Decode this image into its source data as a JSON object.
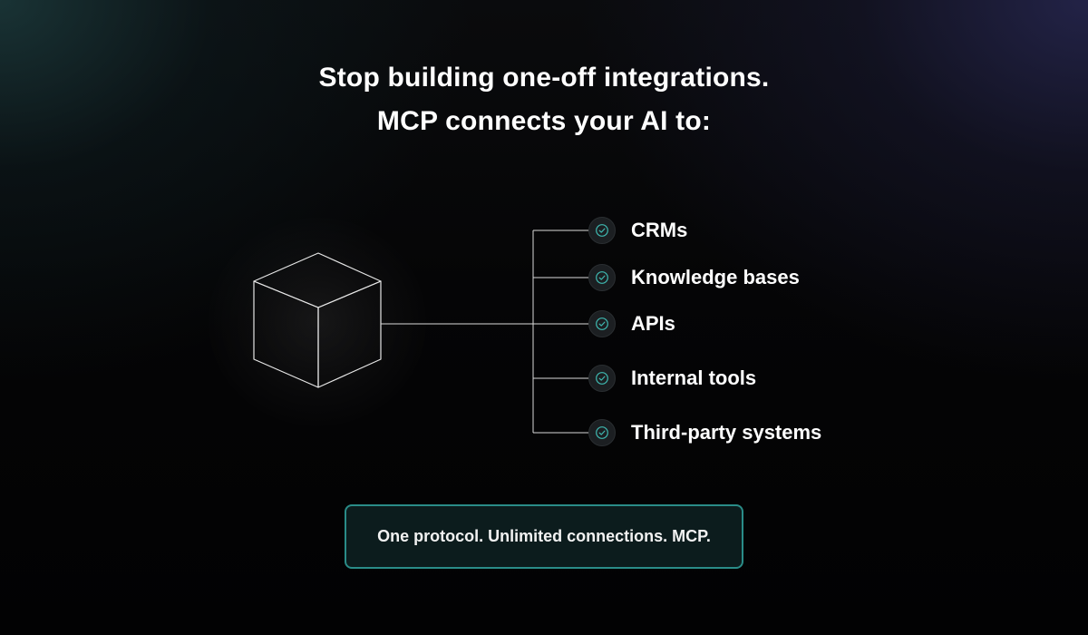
{
  "headline": {
    "line1": "Stop building one-off integrations.",
    "line2": "MCP connects your AI to:"
  },
  "items": [
    {
      "label": "CRMs",
      "icon": "check-circle-icon"
    },
    {
      "label": "Knowledge bases",
      "icon": "check-circle-icon"
    },
    {
      "label": "APIs",
      "icon": "check-circle-icon"
    },
    {
      "label": "Internal tools",
      "icon": "check-circle-icon"
    },
    {
      "label": "Third-party systems",
      "icon": "check-circle-icon"
    }
  ],
  "footer": {
    "text": "One protocol. Unlimited connections. MCP."
  },
  "colors": {
    "accent": "#2a8c88",
    "check": "#3fb8b0",
    "line": "#d9d9d9"
  }
}
